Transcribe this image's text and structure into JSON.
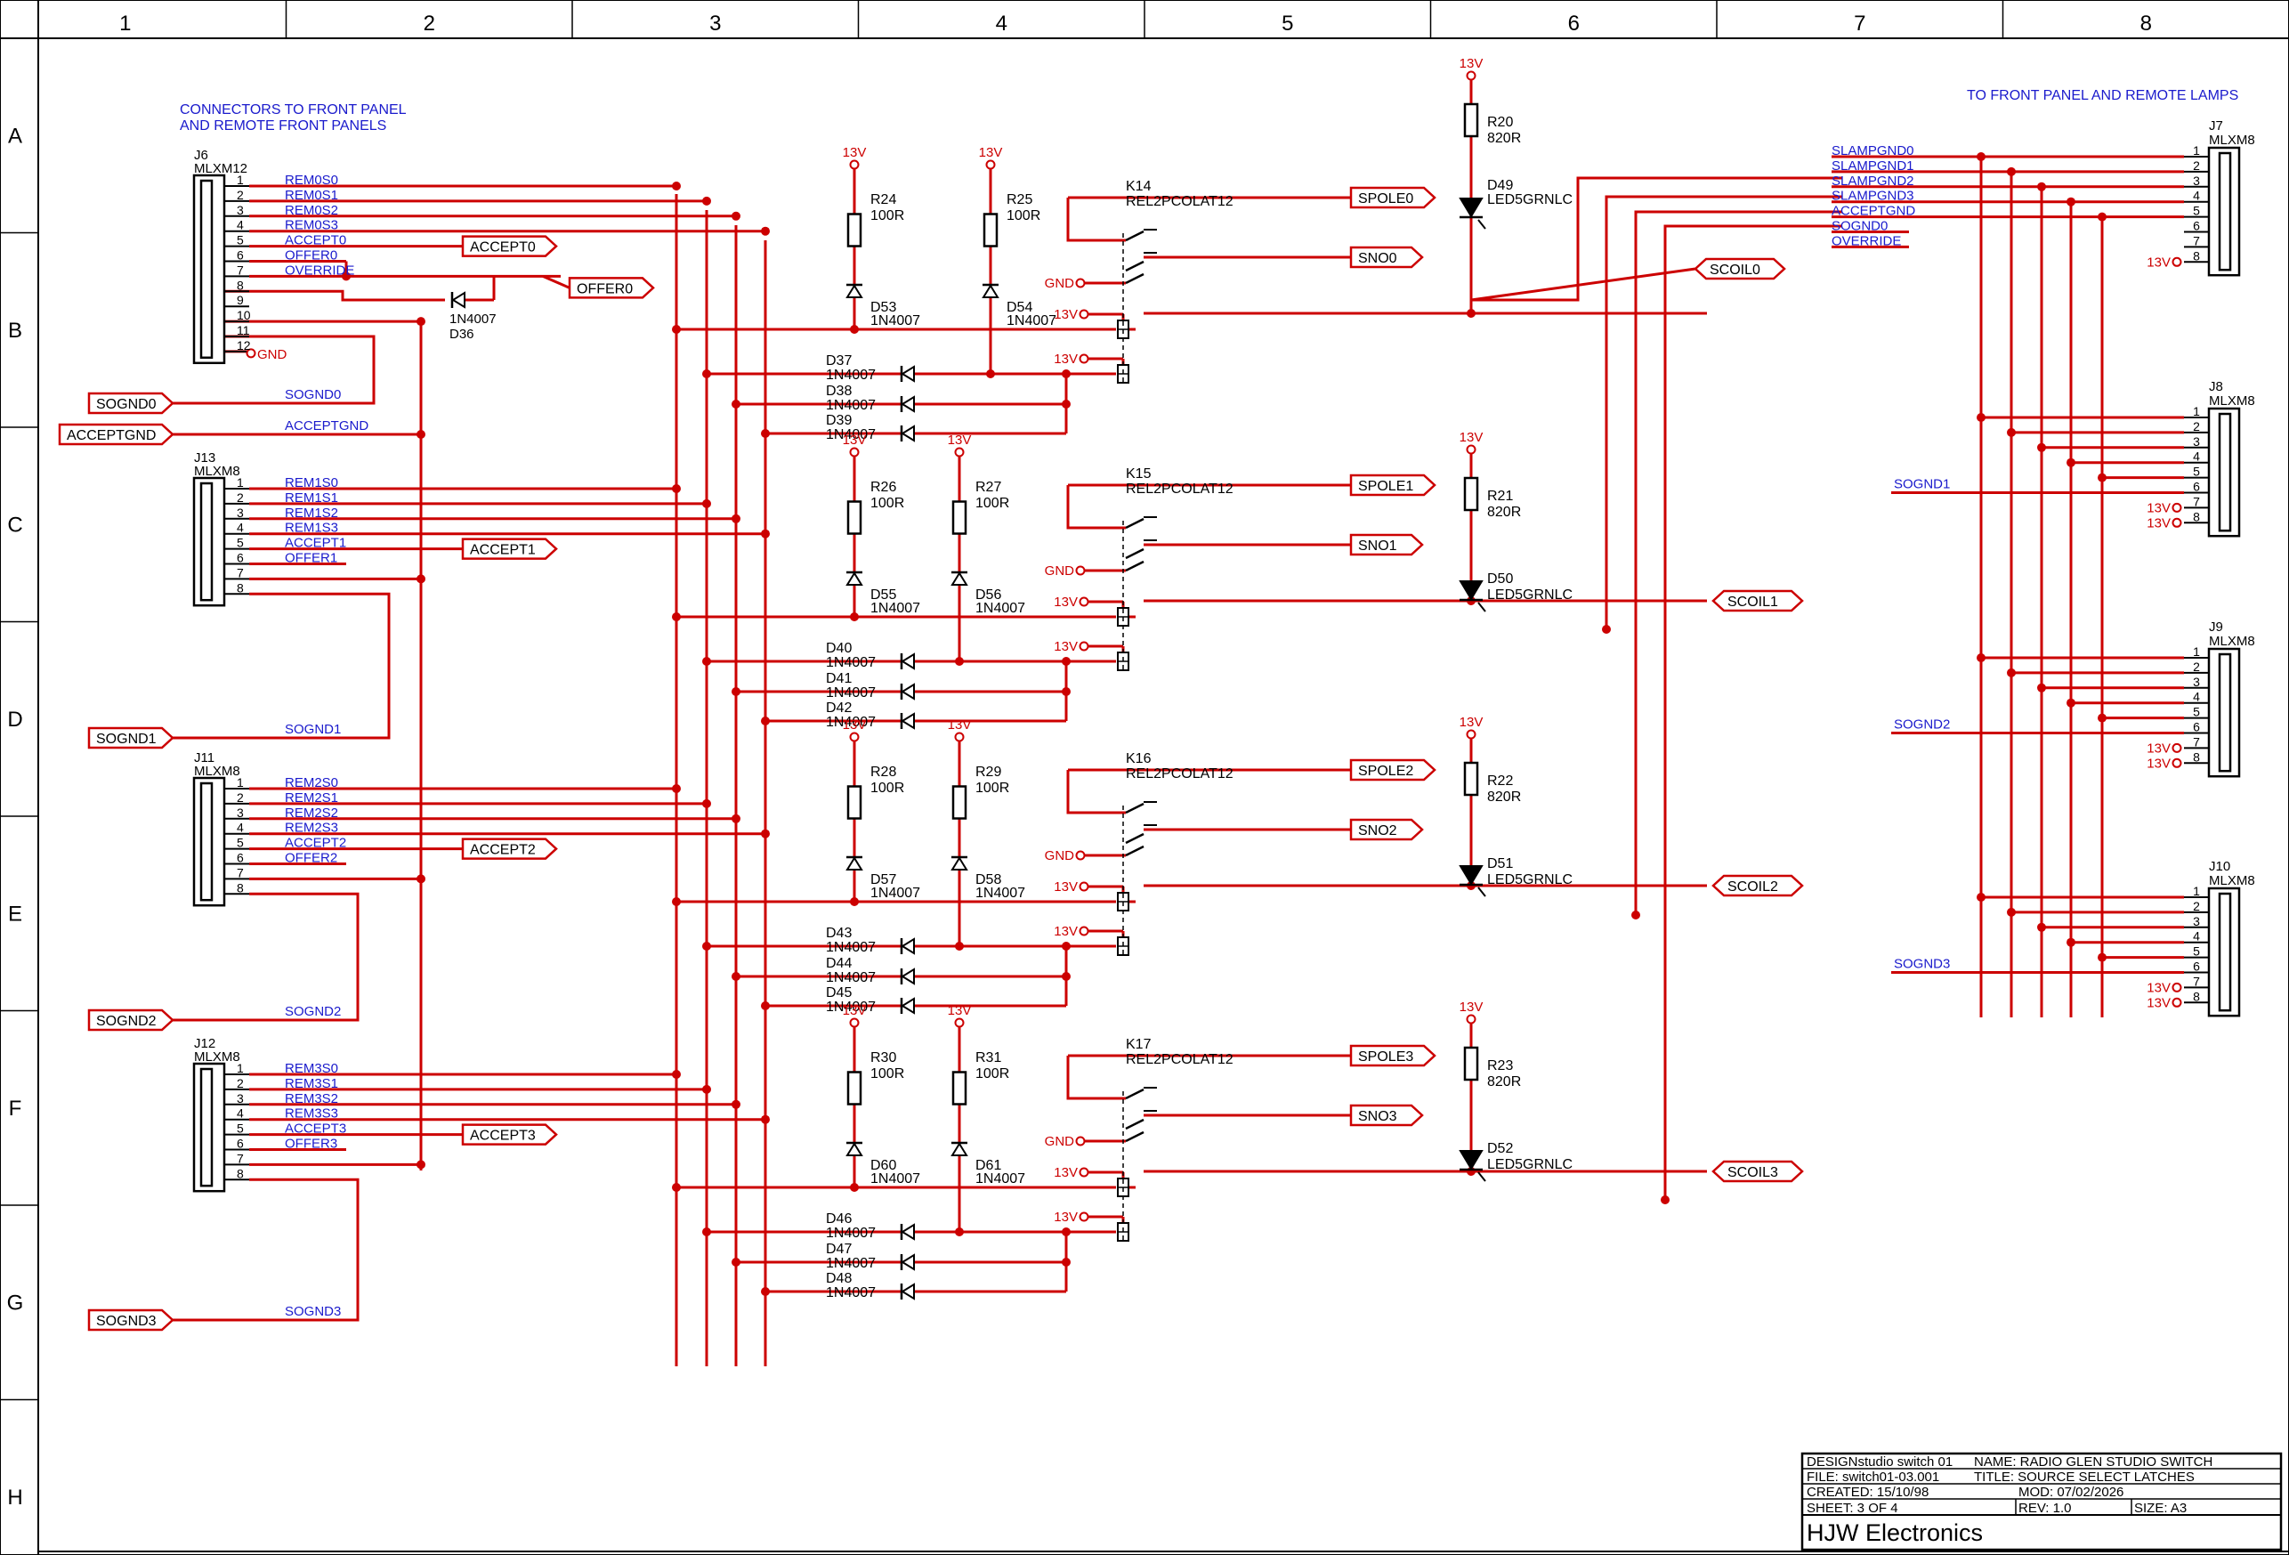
{
  "colors": {
    "wire": "#cc0000",
    "net": "#1a1acc",
    "part": "#000000",
    "power": "#cc0000"
  },
  "grid": {
    "cols": [
      "1",
      "2",
      "3",
      "4",
      "5",
      "6",
      "7",
      "8"
    ],
    "rows": [
      "A",
      "B",
      "C",
      "D",
      "E",
      "F",
      "G",
      "H"
    ]
  },
  "notes": {
    "front_line1": "CONNECTORS TO FRONT PANEL",
    "front_line2": "AND REMOTE FRONT PANELS",
    "lamps": "TO FRONT PANEL AND REMOTE LAMPS"
  },
  "left_connectors": [
    {
      "ref": "J6",
      "type": "MLXM12",
      "pins": [
        "1",
        "2",
        "3",
        "4",
        "5",
        "6",
        "7",
        "8",
        "9",
        "10",
        "11",
        "12"
      ],
      "nets": [
        "REM0S0",
        "REM0S1",
        "REM0S2",
        "REM0S3",
        "ACCEPT0",
        "OFFER0",
        "OVERRIDE",
        "",
        "",
        "",
        "",
        ""
      ],
      "accept": "ACCEPT0",
      "sognd": "SOGND0",
      "sognd_net": "SOGND0"
    },
    {
      "ref": "J13",
      "type": "MLXM8",
      "pins": [
        "1",
        "2",
        "3",
        "4",
        "5",
        "6",
        "7",
        "8"
      ],
      "nets": [
        "REM1S0",
        "REM1S1",
        "REM1S2",
        "REM1S3",
        "ACCEPT1",
        "OFFER1",
        "",
        ""
      ],
      "accept": "ACCEPT1",
      "sognd": "SOGND1",
      "sognd_net": "SOGND1"
    },
    {
      "ref": "J11",
      "type": "MLXM8",
      "pins": [
        "1",
        "2",
        "3",
        "4",
        "5",
        "6",
        "7",
        "8"
      ],
      "nets": [
        "REM2S0",
        "REM2S1",
        "REM2S2",
        "REM2S3",
        "ACCEPT2",
        "OFFER2",
        "",
        ""
      ],
      "accept": "ACCEPT2",
      "sognd": "SOGND2",
      "sognd_net": "SOGND2"
    },
    {
      "ref": "J12",
      "type": "MLXM8",
      "pins": [
        "1",
        "2",
        "3",
        "4",
        "5",
        "6",
        "7",
        "8"
      ],
      "nets": [
        "REM3S0",
        "REM3S1",
        "REM3S2",
        "REM3S3",
        "ACCEPT3",
        "OFFER3",
        "",
        ""
      ],
      "accept": "ACCEPT3",
      "sognd": "SOGND3",
      "sognd_net": "SOGND3"
    }
  ],
  "j6_extra": {
    "offer_port": "OFFER0",
    "diode_val": "1N4007",
    "diode_ref": "D36",
    "gnd": "GND",
    "accept_gnd_port": "ACCEPTGND",
    "accept_gnd_net": "ACCEPTGND"
  },
  "right_connectors": [
    {
      "ref": "J7",
      "type": "MLXM8",
      "pins": [
        "1",
        "2",
        "3",
        "4",
        "5",
        "6",
        "7",
        "8"
      ],
      "nets": [
        "SLAMPGND0",
        "SLAMPGND1",
        "SLAMPGND2",
        "SLAMPGND3",
        "ACCEPTGND",
        "SOGND0",
        "OVERRIDE",
        ""
      ]
    },
    {
      "ref": "J8",
      "type": "MLXM8",
      "pins": [
        "1",
        "2",
        "3",
        "4",
        "5",
        "6",
        "7",
        "8"
      ],
      "nets": [
        "",
        "",
        "",
        "",
        "",
        "SOGND1",
        "",
        ""
      ]
    },
    {
      "ref": "J9",
      "type": "MLXM8",
      "pins": [
        "1",
        "2",
        "3",
        "4",
        "5",
        "6",
        "7",
        "8"
      ],
      "nets": [
        "",
        "",
        "",
        "",
        "",
        "SOGND2",
        "",
        ""
      ]
    },
    {
      "ref": "J10",
      "type": "MLXM8",
      "pins": [
        "1",
        "2",
        "3",
        "4",
        "5",
        "6",
        "7",
        "8"
      ],
      "nets": [
        "",
        "",
        "",
        "",
        "",
        "SOGND3",
        "",
        ""
      ]
    }
  ],
  "latches": [
    {
      "relay": "K14",
      "relay_type": "REL2PCOLAT12",
      "r1": "R24",
      "r2": "R25",
      "r_val": "100R",
      "d1": "D53",
      "d2": "D54",
      "dd": [
        "D37",
        "D38",
        "D39"
      ],
      "d_val": "1N4007",
      "spole": "SPOLE0",
      "sno": "SNO0",
      "scoil": "SCOIL0",
      "lr": "R20",
      "lr_val": "820R",
      "led": "D49",
      "led_type": "LED5GRNLC",
      "gnd": "GND",
      "v": "13V"
    },
    {
      "relay": "K15",
      "relay_type": "REL2PCOLAT12",
      "r1": "R26",
      "r2": "R27",
      "r_val": "100R",
      "d1": "D55",
      "d2": "D56",
      "dd": [
        "D40",
        "D41",
        "D42"
      ],
      "d_val": "1N4007",
      "spole": "SPOLE1",
      "sno": "SNO1",
      "scoil": "SCOIL1",
      "lr": "R21",
      "lr_val": "820R",
      "led": "D50",
      "led_type": "LED5GRNLC",
      "gnd": "GND",
      "v": "13V"
    },
    {
      "relay": "K16",
      "relay_type": "REL2PCOLAT12",
      "r1": "R28",
      "r2": "R29",
      "r_val": "100R",
      "d1": "D57",
      "d2": "D58",
      "dd": [
        "D43",
        "D44",
        "D45"
      ],
      "d_val": "1N4007",
      "spole": "SPOLE2",
      "sno": "SNO2",
      "scoil": "SCOIL2",
      "lr": "R22",
      "lr_val": "820R",
      "led": "D51",
      "led_type": "LED5GRNLC",
      "gnd": "GND",
      "v": "13V"
    },
    {
      "relay": "K17",
      "relay_type": "REL2PCOLAT12",
      "r1": "R30",
      "r2": "R31",
      "r_val": "100R",
      "d1": "D60",
      "d2": "D61",
      "dd": [
        "D46",
        "D47",
        "D48"
      ],
      "d_val": "1N4007",
      "spole": "SPOLE3",
      "sno": "SNO3",
      "scoil": "SCOIL3",
      "lr": "R23",
      "lr_val": "820R",
      "led": "D52",
      "led_type": "LED5GRNLC",
      "gnd": "GND",
      "v": "13V"
    }
  ],
  "power_label": "13V",
  "title_block": {
    "design": "DESIGNstudio switch 01",
    "name": "NAME:  RADIO GLEN STUDIO SWITCH",
    "file": "FILE: switch01-03.001",
    "title": "TITLE:  SOURCE SELECT LATCHES",
    "created": "CREATED:  15/10/98",
    "mod": "MOD: 07/02/2026",
    "sheet": "SHEET: 3    OF  4",
    "rev": "REV:  1.0",
    "size": "SIZE:  A3",
    "company": "HJW Electronics"
  }
}
